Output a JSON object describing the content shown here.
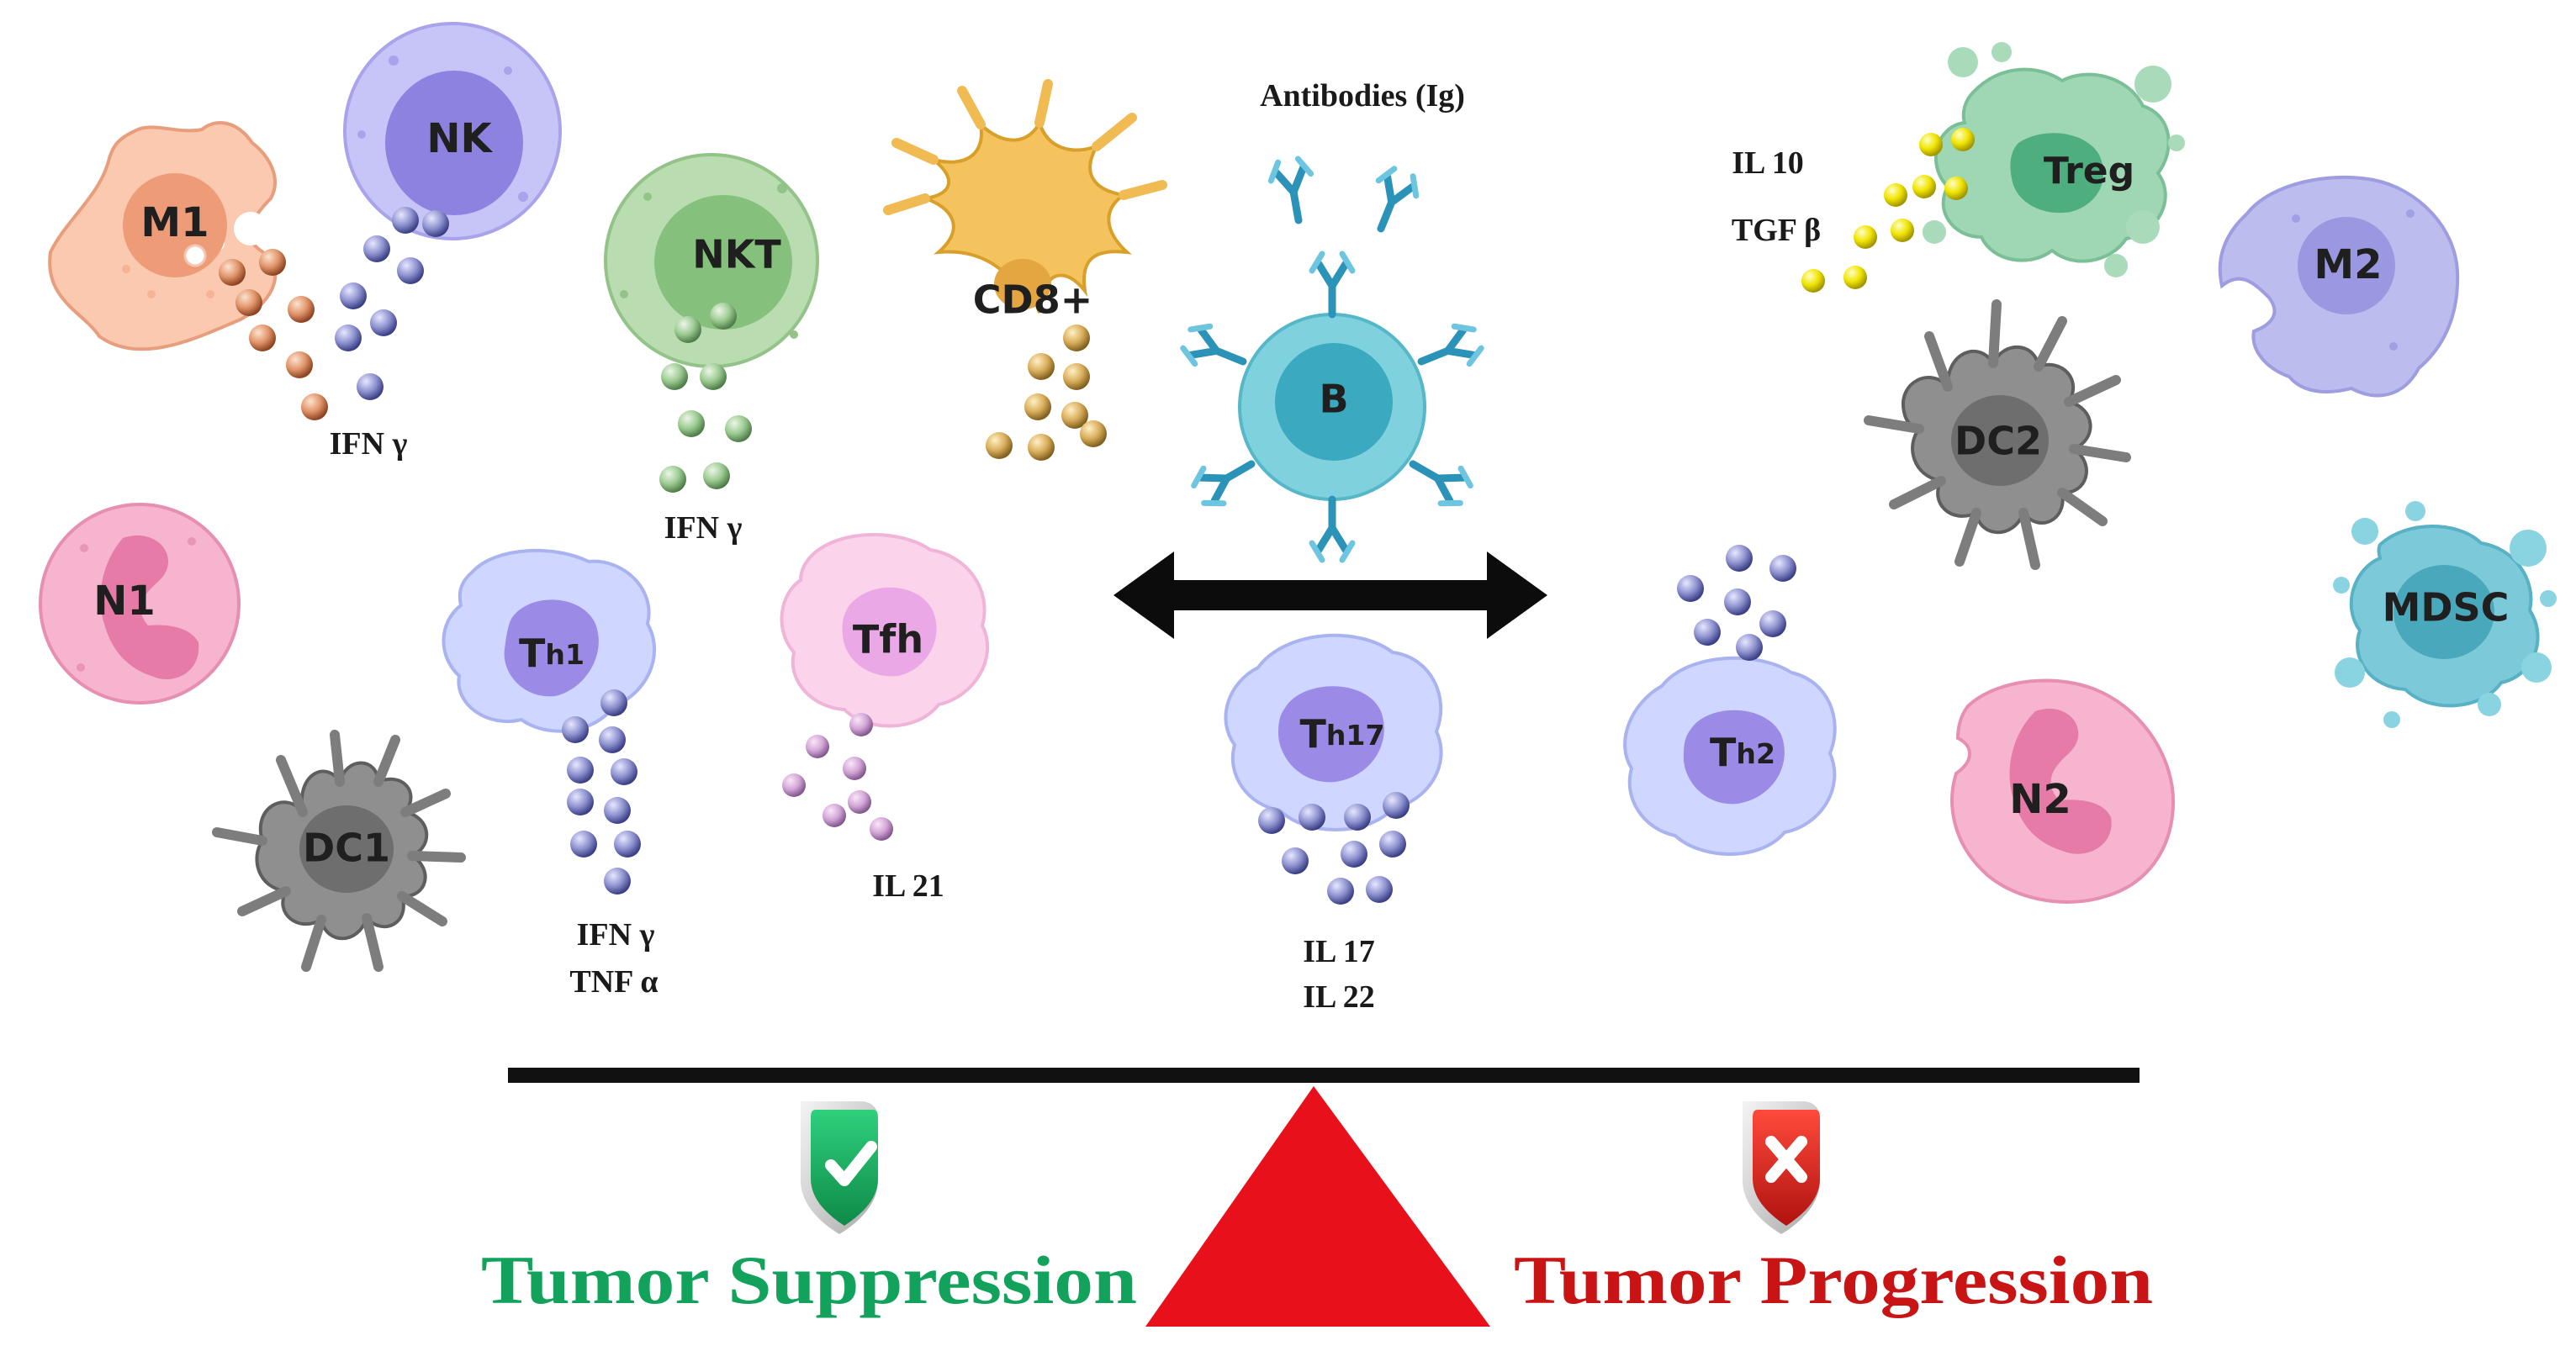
{
  "cells": {
    "m1": "M1",
    "nk": "NK",
    "nkt": "NKT",
    "cd8": "CD8+",
    "b": "B",
    "treg": "Treg",
    "m2": "M2",
    "n1": "N1",
    "th1_main": "T",
    "th1_sub": "h1",
    "tfh": "Tfh",
    "th17_main": "T",
    "th17_sub": "h17",
    "th2_main": "T",
    "th2_sub": "h2",
    "dc1": "DC1",
    "dc2": "DC2",
    "mdsc": "MDSC",
    "n2": "N2"
  },
  "cytokines": {
    "antibodies": "Antibodies (Ig)",
    "nk_ifn": "IFN γ",
    "nkt_ifn": "IFN γ",
    "treg_il10": "IL 10",
    "treg_tgf": "TGF β",
    "th1_ifn": "IFN γ",
    "th1_tnf": "TNF α",
    "tfh_il21": "IL 21",
    "th17_il17": "IL 17",
    "th17_il22": "IL 22"
  },
  "outcomes": {
    "suppression": "Tumor Suppression",
    "progression": "Tumor Progression"
  },
  "icons": {
    "suppression": "shield-check-icon",
    "progression": "shield-x-icon"
  },
  "colors": {
    "suppression": "#12a25c",
    "progression": "#c81414",
    "fulcrum": "#e8101a",
    "beam": "#111111"
  }
}
